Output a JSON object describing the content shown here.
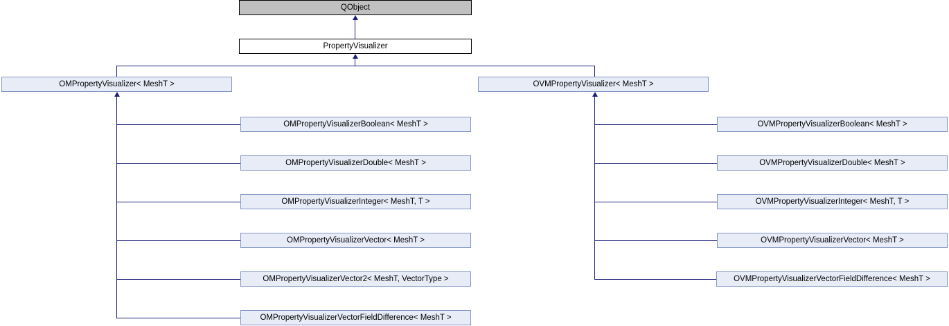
{
  "diagram": {
    "type": "uml-class-inheritance",
    "title": "PropertyVisualizer inheritance hierarchy",
    "colors": {
      "root_fill": "#c0c0c0",
      "root_border": "#000000",
      "plain_fill": "#ffffff",
      "plain_border": "#000000",
      "derived_fill": "#e8ecf7",
      "derived_border": "#8295c4",
      "edge": "#1d1d7a",
      "background": "#ffffff"
    },
    "nodes": {
      "qobject": {
        "label": "QObject"
      },
      "property_visualizer": {
        "label": "PropertyVisualizer"
      },
      "om_base": {
        "label": "OMPropertyVisualizer< MeshT >"
      },
      "ovm_base": {
        "label": "OVMPropertyVisualizer< MeshT >"
      }
    },
    "om_derived": [
      {
        "label": "OMPropertyVisualizerBoolean< MeshT >"
      },
      {
        "label": "OMPropertyVisualizerDouble< MeshT >"
      },
      {
        "label": "OMPropertyVisualizerInteger< MeshT, T >"
      },
      {
        "label": "OMPropertyVisualizerVector< MeshT >"
      },
      {
        "label": "OMPropertyVisualizerVector2< MeshT, VectorType >"
      },
      {
        "label": "OMPropertyVisualizerVectorFieldDifference< MeshT >"
      }
    ],
    "ovm_derived": [
      {
        "label": "OVMPropertyVisualizerBoolean< MeshT >"
      },
      {
        "label": "OVMPropertyVisualizerDouble< MeshT >"
      },
      {
        "label": "OVMPropertyVisualizerInteger< MeshT, T >"
      },
      {
        "label": "OVMPropertyVisualizerVector< MeshT >"
      },
      {
        "label": "OVMPropertyVisualizerVectorFieldDifference< MeshT >"
      }
    ]
  }
}
